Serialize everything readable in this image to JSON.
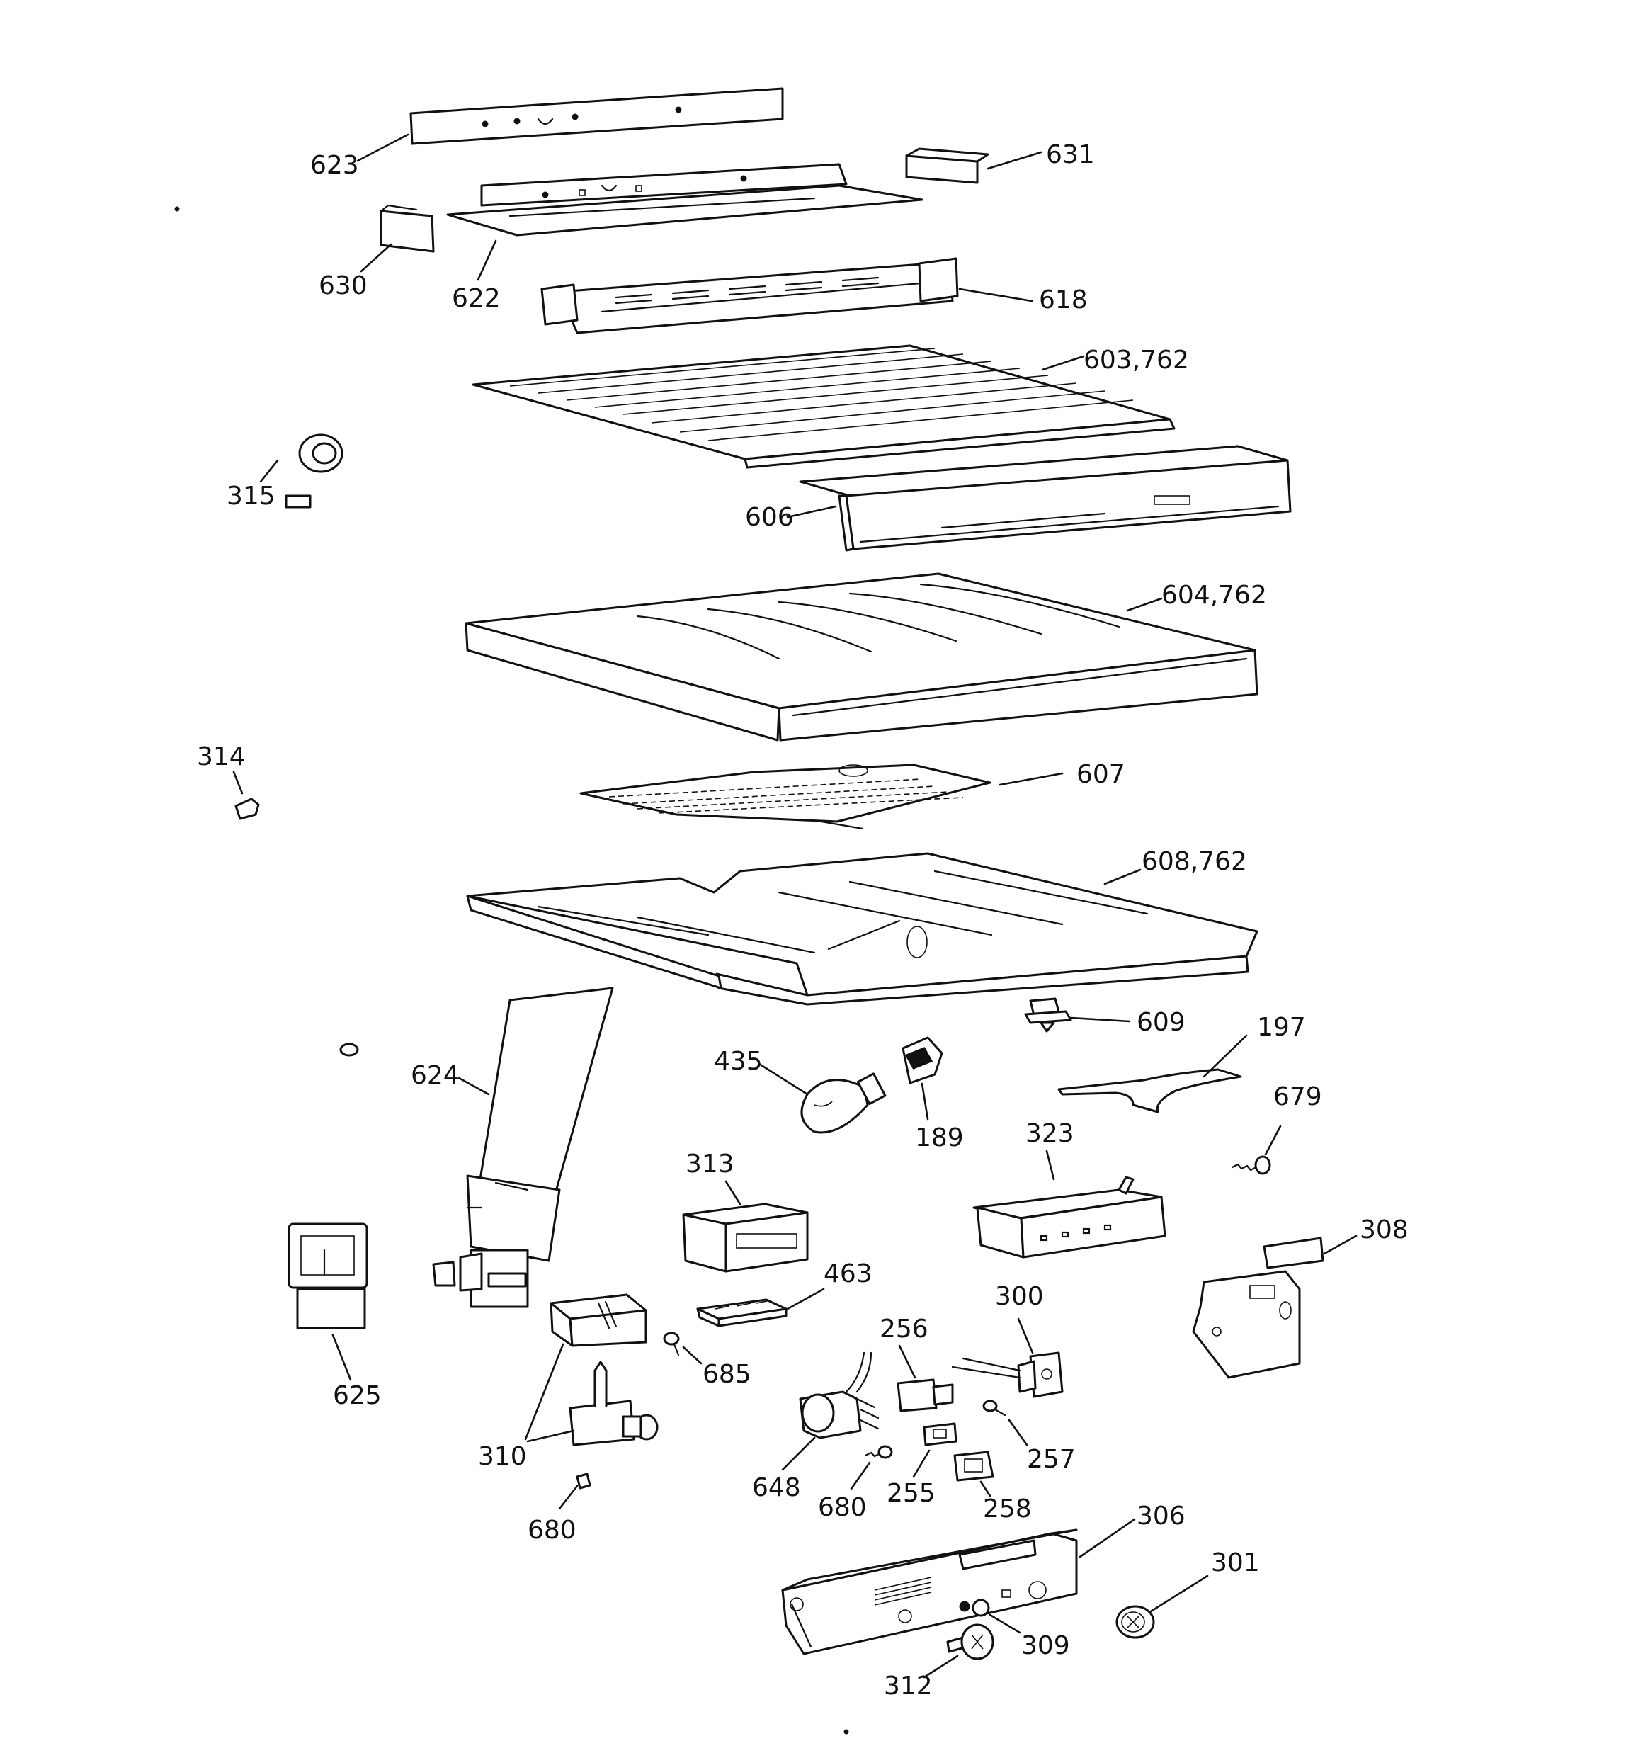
{
  "labels": {
    "l623": "623",
    "l631": "631",
    "l630": "630",
    "l622": "622",
    "l618": "618",
    "l603": "603,762",
    "l315": "315",
    "l606": "606",
    "l604": "604,762",
    "l314": "314",
    "l607": "607",
    "l608": "608,762",
    "l609": "609",
    "l624": "624",
    "l435": "435",
    "l189": "189",
    "l197": "197",
    "l679": "679",
    "l323": "323",
    "l313": "313",
    "l308": "308",
    "l463": "463",
    "l625": "625",
    "l300": "300",
    "l256": "256",
    "l685": "685",
    "l310": "310",
    "l257": "257",
    "l648": "648",
    "l680a": "680",
    "l255": "255",
    "l258": "258",
    "l680b": "680",
    "l306": "306",
    "l301": "301",
    "l309": "309",
    "l312": "312"
  }
}
